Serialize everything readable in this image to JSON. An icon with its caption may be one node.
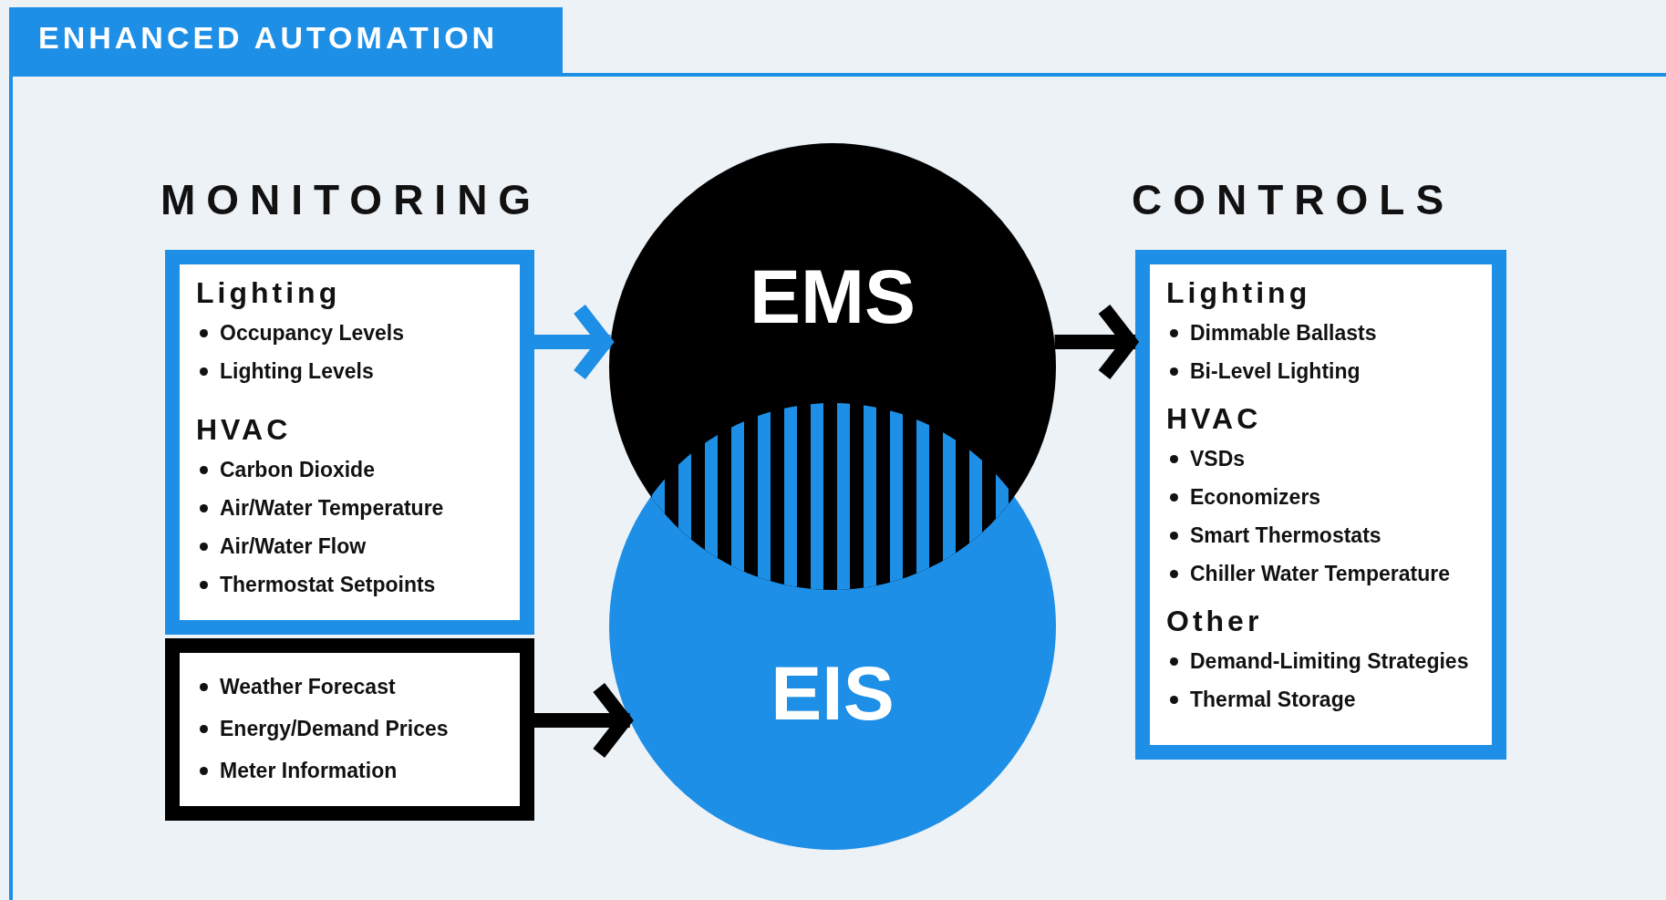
{
  "diagram": {
    "title": "ENHANCED AUTOMATION",
    "nodes": [
      {
        "text": [
          "Lighting",
          "Occupancy Levels",
          "Lighting Levels",
          "HVAC",
          "Carbon Dioxide",
          "Air/Water Temperature",
          "Air/Water Flow",
          "Thermostat Setpoints"
        ]
      },
      {
        "text": [
          "Weather Forecast",
          "Energy/Demand Prices",
          "Meter Information"
        ]
      },
      {
        "text": [
          "EMS"
        ]
      },
      {
        "text": [
          "EIS"
        ]
      },
      {
        "text": [
          "Lighting",
          "Dimmable Ballasts",
          "Bi-Level Lighting",
          "HVAC",
          "VSDs",
          "Economizers",
          "Smart Thermostats",
          "Chiller Water Temperature",
          "Other",
          "Demand-Limiting Strategies",
          "Thermal Storage"
        ]
      }
    ],
    "edges": [
      {
        "from": 0,
        "to": 2,
        "arrow": "to",
        "color": "#1e8fe6"
      },
      {
        "from": 2,
        "to": 4,
        "arrow": "to"
      },
      {
        "from": 1,
        "to": 3,
        "arrow": "to"
      }
    ],
    "labels": [
      "MONITORING",
      "CONTROLS"
    ]
  }
}
